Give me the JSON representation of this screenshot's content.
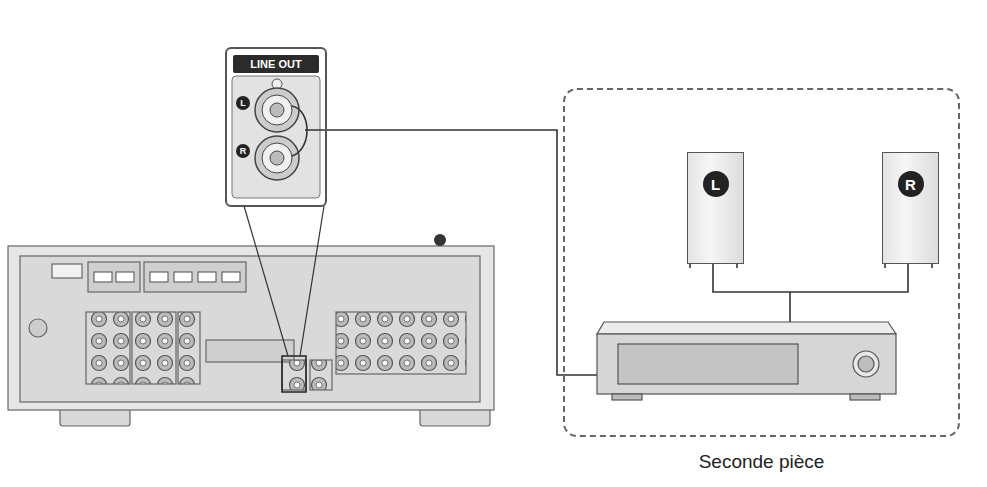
{
  "diagram": {
    "nodes": [
      {
        "text": [
          "LINE OUT"
        ]
      },
      {
        "text": [
          "Seconde pièce"
        ]
      },
      {
        "text": [
          "L"
        ],
        "in": 1
      },
      {
        "text": [
          "R"
        ],
        "in": 1
      }
    ],
    "edges": [
      {
        "from": 0,
        "to": 1,
        "arrow": "none"
      }
    ],
    "labels": [
      "L",
      "R"
    ]
  }
}
